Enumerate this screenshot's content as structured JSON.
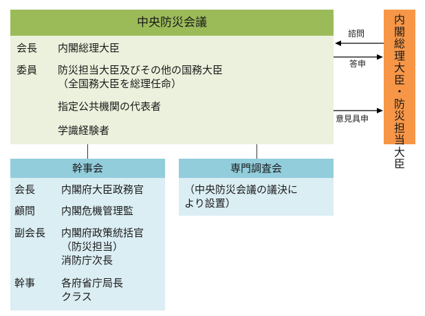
{
  "council": {
    "title": "中央防災会議",
    "rows": [
      {
        "role": "会長",
        "members": [
          "内閣総理大臣"
        ]
      },
      {
        "role": "委員",
        "members": [
          "防災担当大臣及びその他の国務大臣",
          "（全国務大臣を総理任命）"
        ]
      },
      {
        "role": "",
        "members": [
          "指定公共機関の代表者"
        ]
      },
      {
        "role": "",
        "members": [
          "学識経験者"
        ]
      }
    ]
  },
  "minister": {
    "lines": [
      "内",
      "閣",
      "総",
      "理",
      "大",
      "臣",
      "・",
      "防",
      "災",
      "担",
      "当",
      "大",
      "臣"
    ]
  },
  "arrows": [
    {
      "label": "諮問",
      "direction": "to-council"
    },
    {
      "label": "答申",
      "direction": "to-minister"
    },
    {
      "label": "意見具申",
      "direction": "to-minister"
    }
  ],
  "executive": {
    "title": "幹事会",
    "rows": [
      {
        "role": "会長",
        "members": [
          "内閣府大臣政務官"
        ]
      },
      {
        "role": "顧問",
        "members": [
          "内閣危機管理監"
        ]
      },
      {
        "role": "副会長",
        "members": [
          "内閣府政策統括官",
          "（防災担当）",
          "消防庁次長"
        ]
      },
      {
        "role": "幹事",
        "members": [
          "各府省庁局長",
          "クラス"
        ]
      }
    ]
  },
  "expert": {
    "title": "専門調査会",
    "note": [
      "（中央防災会議の議決に",
      "より設置）"
    ]
  },
  "colors": {
    "council_header": "#9bbb59",
    "council_body": "#ebf1dc",
    "minister_box": "#f79646",
    "panel_header": "#92cddc",
    "panel_body": "#dbeef4"
  }
}
